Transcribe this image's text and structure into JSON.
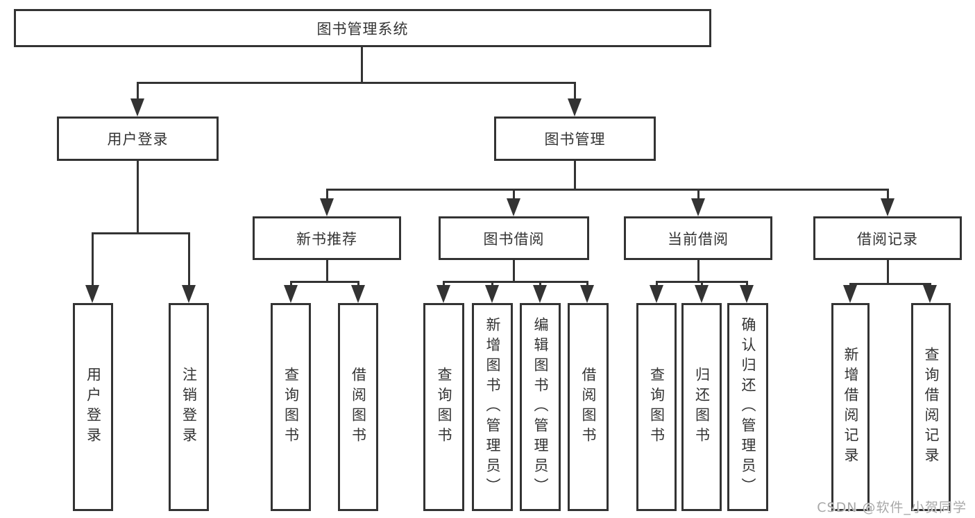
{
  "colors": {
    "line": "#333333",
    "text": "#333333",
    "background": "#ffffff",
    "watermark": "#a8a8a8"
  },
  "tree": {
    "root": {
      "label": "图书管理系统"
    },
    "branches": [
      {
        "label": "用户登录",
        "children": [
          {
            "label": "用户登录"
          },
          {
            "label": "注销登录"
          }
        ]
      },
      {
        "label": "图书管理",
        "groups": [
          {
            "label": "新书推荐",
            "children": [
              {
                "label": "查询图书"
              },
              {
                "label": "借阅图书"
              }
            ]
          },
          {
            "label": "图书借阅",
            "children": [
              {
                "label": "查询图书"
              },
              {
                "label": "新增图书（管理员）"
              },
              {
                "label": "编辑图书（管理员）"
              },
              {
                "label": "借阅图书"
              }
            ]
          },
          {
            "label": "当前借阅",
            "children": [
              {
                "label": "查询图书"
              },
              {
                "label": "归还图书"
              },
              {
                "label": "确认归还（管理员）"
              }
            ]
          },
          {
            "label": "借阅记录",
            "children": [
              {
                "label": "新增借阅记录"
              },
              {
                "label": "查询借阅记录"
              }
            ]
          }
        ]
      }
    ]
  },
  "watermark": {
    "text": "CSDN @软件_小贺同学"
  }
}
